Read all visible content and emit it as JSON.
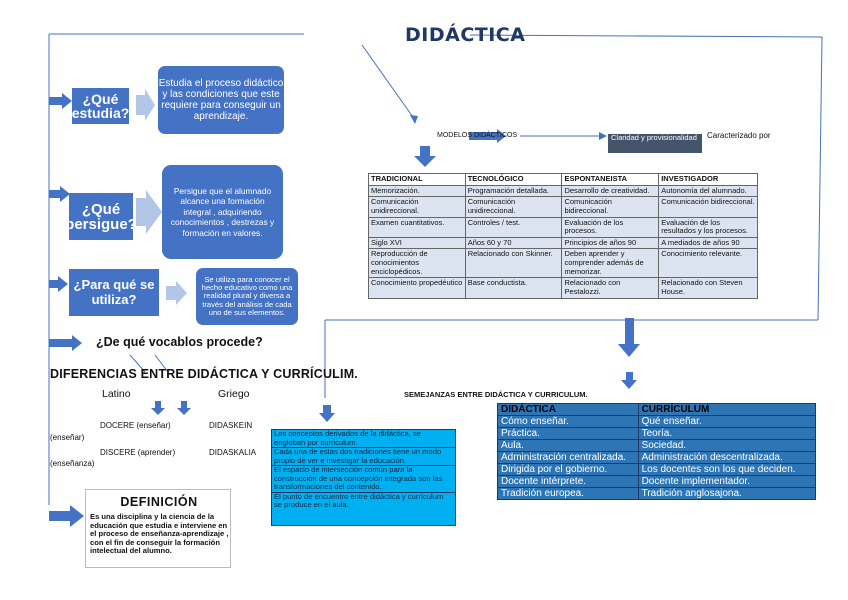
{
  "title": "DIDÁCTICA",
  "questions": [
    {
      "label": "¿Qué estudia?",
      "answer": "Estudia el proceso didáctico y las condiciones que este requiere para conseguir un aprendizaje."
    },
    {
      "label": "¿Qué persigue?",
      "answer": "Persigue que el alumnado alcance una formación integral , adquiriendo conocimientos , destrezas y formación en valores."
    },
    {
      "label": "¿Para qué se utiliza?",
      "answer": "Se utiliza para conocer el hecho educativo como una realidad plural y diversa a través del análisis de cada uno de sus elementos."
    }
  ],
  "vocab_question": "¿De qué vocablos procede?",
  "differences_title": "DIFERENCIAS ENTRE DIDÁCTICA Y CURRÍCULIM.",
  "origins": {
    "latin": "Latino",
    "greek": "Griego",
    "docere": "DOCERE (enseñar)",
    "docere_meaning": "(enseñar)",
    "discere": "DISCERE (aprender)",
    "discere_meaning": "(enseñanza)",
    "didaskein": "DIDASKEIN",
    "didaskalia": "DIDASKALIA"
  },
  "models": {
    "label": "MODELOS DIDÁCTICOS",
    "clarity": "Claridad y provisionalidad",
    "characterized": "Caracterizado por",
    "headers": [
      "TRADICIONAL",
      "TECNOLÓGICO",
      "ESPONTANEISTA",
      "INVESTIGADOR"
    ],
    "rows": [
      [
        "Memorización.",
        "Programación detallada.",
        "Desarrollo de creatividad.",
        "Autonomía del alumnado."
      ],
      [
        "Comunicación unidireccional.",
        "Comunicación unidireccional.",
        "Comunicación bidireccional.",
        "Comunicación bidireccional."
      ],
      [
        "Examen cuantitativos.",
        "Controles / test.",
        "Evaluación de los procesos.",
        "Evaluación de los resultados y los procesos."
      ],
      [
        "Siglo XVI",
        "Años 60 y 70",
        "Principios de años 90",
        " A mediados de años 90"
      ],
      [
        "Reproducción de conocimientos enciclopédicos.",
        "Relacionado con Skinner.",
        "Deben aprender y comprender además de memorizar.",
        "Conocimiento relevante."
      ],
      [
        "Conocimiento propedéutico",
        "Base conductista.",
        "Relacionado con Pestalozzi.",
        "Relacionado con Steven House."
      ]
    ]
  },
  "similarities_title": "SEMEJANZAS ENTRE DIDÁCTICA Y CURRICULUM.",
  "similarities": [
    "Los conceptos derivados de la didáctica, se engloban por curriculum.",
    "Cada una de estas dos tradiciones tiene un modo propio de ver e investigar la educación.",
    "El espacio de intersección común para la construcción de una concepción integrada son las transformaciones del contenido.",
    "El punto de encuentro entre didáctica y currículum se produce en el aula."
  ],
  "comparison": {
    "headers": [
      "DIDÁCTICA",
      "CURRÍCULUM"
    ],
    "rows": [
      [
        "Cómo enseñar.",
        "Qué enseñar."
      ],
      [
        "Práctica.",
        "Teoría."
      ],
      [
        "Aula.",
        "Sociedad."
      ],
      [
        "Administración centralizada.",
        "Administración descentralizada."
      ],
      [
        "Dirigida por el gobierno.",
        "Los docentes son los que deciden."
      ],
      [
        "Docente intérprete.",
        "Docente implementador."
      ],
      [
        "Tradición europea.",
        "Tradición anglosajona."
      ]
    ]
  },
  "definition": {
    "title": "DEFINICIÓN",
    "text": "Es una disciplina y la ciencia de la educación que estudia e interviene en el proceso de enseñanza-aprendizaje , con el fin de  conseguir la formación intelectual del alumno."
  },
  "colors": {
    "accent": "#4472c4",
    "cyan": "#00b0f0",
    "title": "#1f3864",
    "table_blue": "#2e75b6"
  }
}
